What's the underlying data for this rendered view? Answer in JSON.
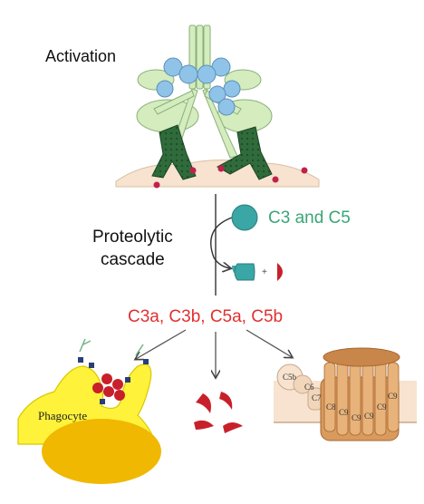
{
  "labels": {
    "activation": "Activation",
    "proteolytic_line1": "Proteolytic",
    "proteolytic_line2": "cascade",
    "c3_c5": "C3 and C5",
    "plus": "+",
    "products": "C3a, C3b, C5a, C5b",
    "phagocyte": "Phagocyte",
    "mac": {
      "c5b": "C5b",
      "c6": "C6",
      "c7": "C7",
      "c8": "C8",
      "c9": [
        "C9",
        "C9",
        "C9",
        "C9",
        "C9"
      ]
    }
  },
  "colors": {
    "c3_c5_text": "#3aa676",
    "products_text": "#e03131",
    "antibody": "#c8e6b0",
    "antibody_blue": "#8fc3e8",
    "c1_dark_green": "#2f6b3b",
    "membrane": "#f7e3cf",
    "phagocyte_yellow": "#fff23a",
    "mac_orange": "#d99a5e",
    "teal": "#3aa6a6",
    "red": "#c8202a"
  }
}
